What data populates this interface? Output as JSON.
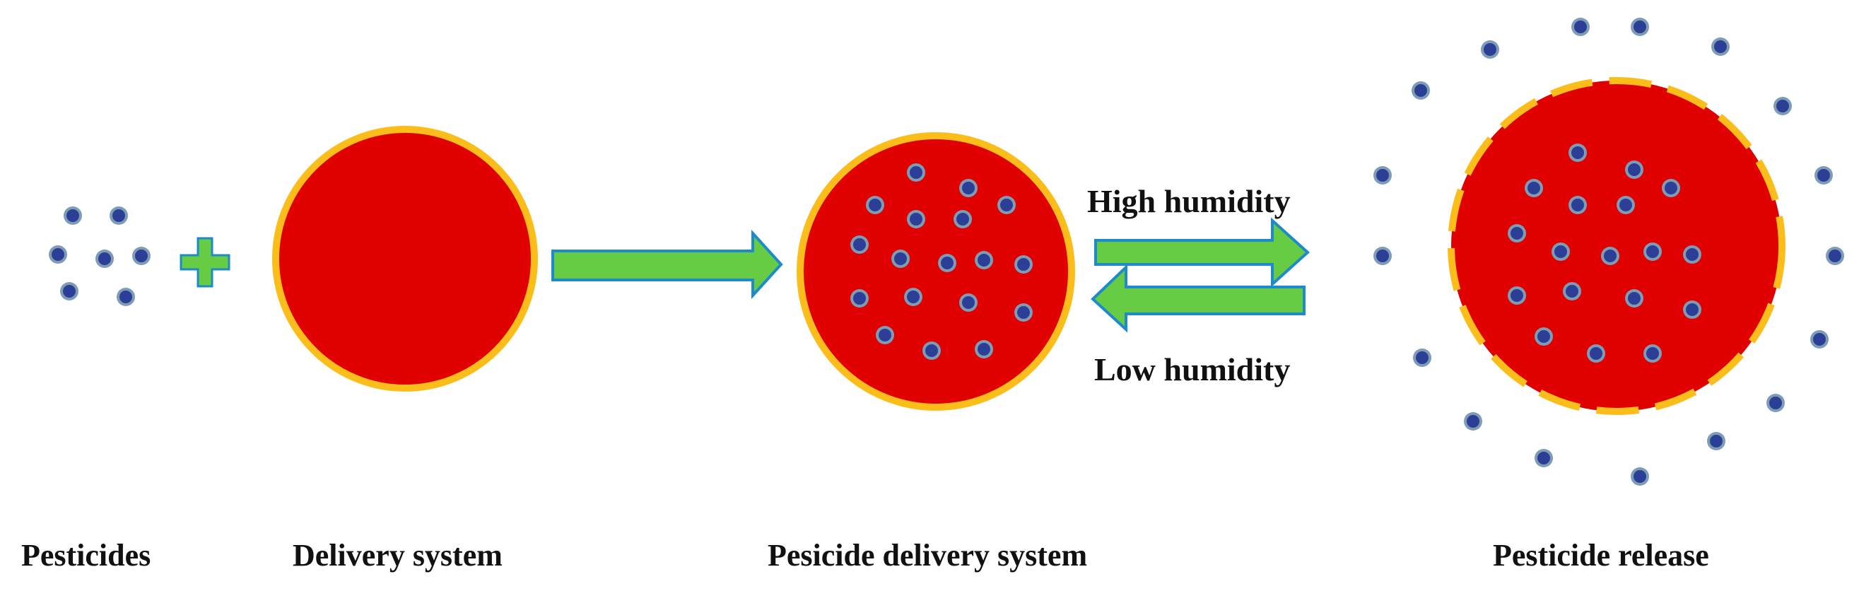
{
  "captions": {
    "pesticides": "Pesticides",
    "delivery_system": "Delivery system",
    "pesticide_delivery_system": "Pesicide delivery system",
    "pesticide_release": "Pesticide release"
  },
  "arrows": {
    "high_humidity": "High humidity",
    "low_humidity": "Low humidity"
  },
  "colors": {
    "capsule_fill": "#e00000",
    "capsule_shell": "#fbbd1a",
    "dot_fill": "#2b3f96",
    "dot_halo": "#7e9cb4",
    "arrow_fill": "#66cc44",
    "arrow_outline": "#1d8ac9",
    "plus_fill": "#66cc44"
  }
}
